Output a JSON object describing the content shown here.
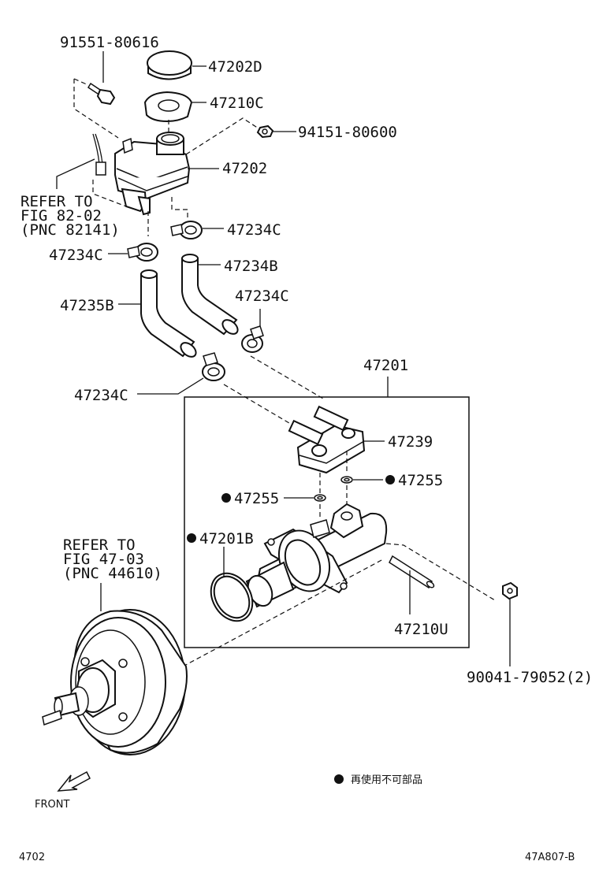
{
  "labels": {
    "p91551": "91551-80616",
    "p47202D": "47202D",
    "p47210C": "47210C",
    "p94151": "94151-80600",
    "p47202": "47202",
    "refer1_line1": "REFER TO",
    "refer1_line2": "FIG 82-02",
    "refer1_line3": "(PNC 82141)",
    "p47234C_a": "47234C",
    "p47234C_b": "47234C",
    "p47234B": "47234B",
    "p47235B": "47235B",
    "p47234C_c": "47234C",
    "p47234C_d": "47234C",
    "p47201": "47201",
    "p47239": "47239",
    "p47255_right": "47255",
    "p47255_left": "47255",
    "p47201B": "47201B",
    "refer2_line1": "REFER TO",
    "refer2_line2": "FIG 47-03",
    "refer2_line3": "(PNC 44610)",
    "p47210U": "47210U",
    "p90041": "90041-79052(2)",
    "legend_note": "再使用不可部品",
    "front": "FRONT",
    "page_code": "4702",
    "figure_code": "47A807-B"
  }
}
